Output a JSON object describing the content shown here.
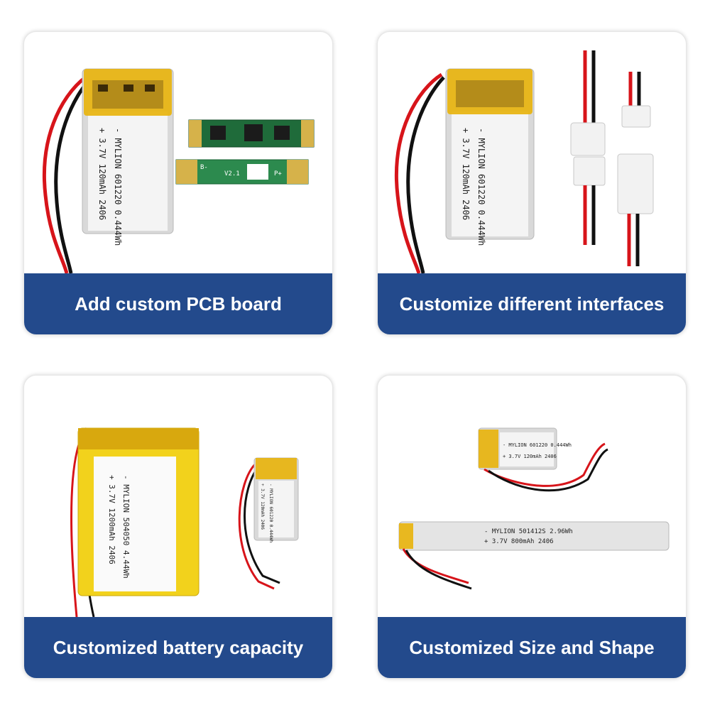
{
  "cards": [
    {
      "title": "Add custom PCB board",
      "battery_label": {
        "line1": "- MYLION 601220 0.444Wh",
        "line2": "+ 3.7V  120mAh  2406"
      },
      "pcb_marks": {
        "b_minus": "B-",
        "version": "V2.1",
        "p_plus": "P+"
      }
    },
    {
      "title": "Customize different interfaces",
      "battery_label": {
        "line1": "- MYLION 601220 0.444Wh",
        "line2": "+ 3.7V  120mAh  2406"
      }
    },
    {
      "title": "Customized battery capacity",
      "large_battery_label": {
        "line1": "- MYLION 504050  4.44Wh",
        "line2": "+ 3.7V  1200mAh  2406"
      },
      "small_battery_label": {
        "line1": "- MYLION 601220 0.444Wh",
        "line2": "+ 3.7V  120mAh  2406"
      }
    },
    {
      "title": "Customized Size and Shape",
      "small_battery_label": {
        "line1": "- MYLION 601220 0.444Wh",
        "line2": "+ 3.7V  120mAh  2406"
      },
      "long_battery_label": {
        "line1": "- MYLION 501412S 2.96Wh",
        "line2": "+ 3.7V  800mAh  2406"
      }
    }
  ]
}
